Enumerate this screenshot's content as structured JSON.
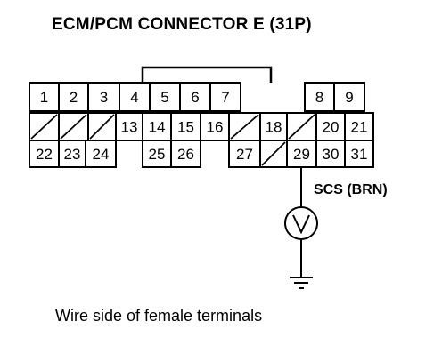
{
  "diagram": {
    "title": "ECM/PCM CONNECTOR E (31P)",
    "caption": "Wire side of female terminals",
    "signal_label": "SCS (BRN)",
    "tester_symbol": "voltmeter-icon",
    "ground_symbol": "ground-icon",
    "connector": {
      "rows": [
        [
          "1",
          "2",
          "3",
          "4",
          "5",
          "6",
          "7",
          "",
          "8",
          "9"
        ],
        [
          "",
          "",
          "",
          "13",
          "14",
          "15",
          "16",
          "",
          "18",
          "",
          "20",
          "21"
        ],
        [
          "22",
          "23",
          "24",
          "",
          "25",
          "26",
          "",
          "27",
          "",
          "29",
          "30",
          "31"
        ]
      ],
      "hatched_cavities": [
        "row2-col1",
        "row2-col2",
        "row2-col3",
        "row2-col8",
        "row2-col10",
        "row3-col9"
      ],
      "probe_terminal": "29"
    }
  }
}
